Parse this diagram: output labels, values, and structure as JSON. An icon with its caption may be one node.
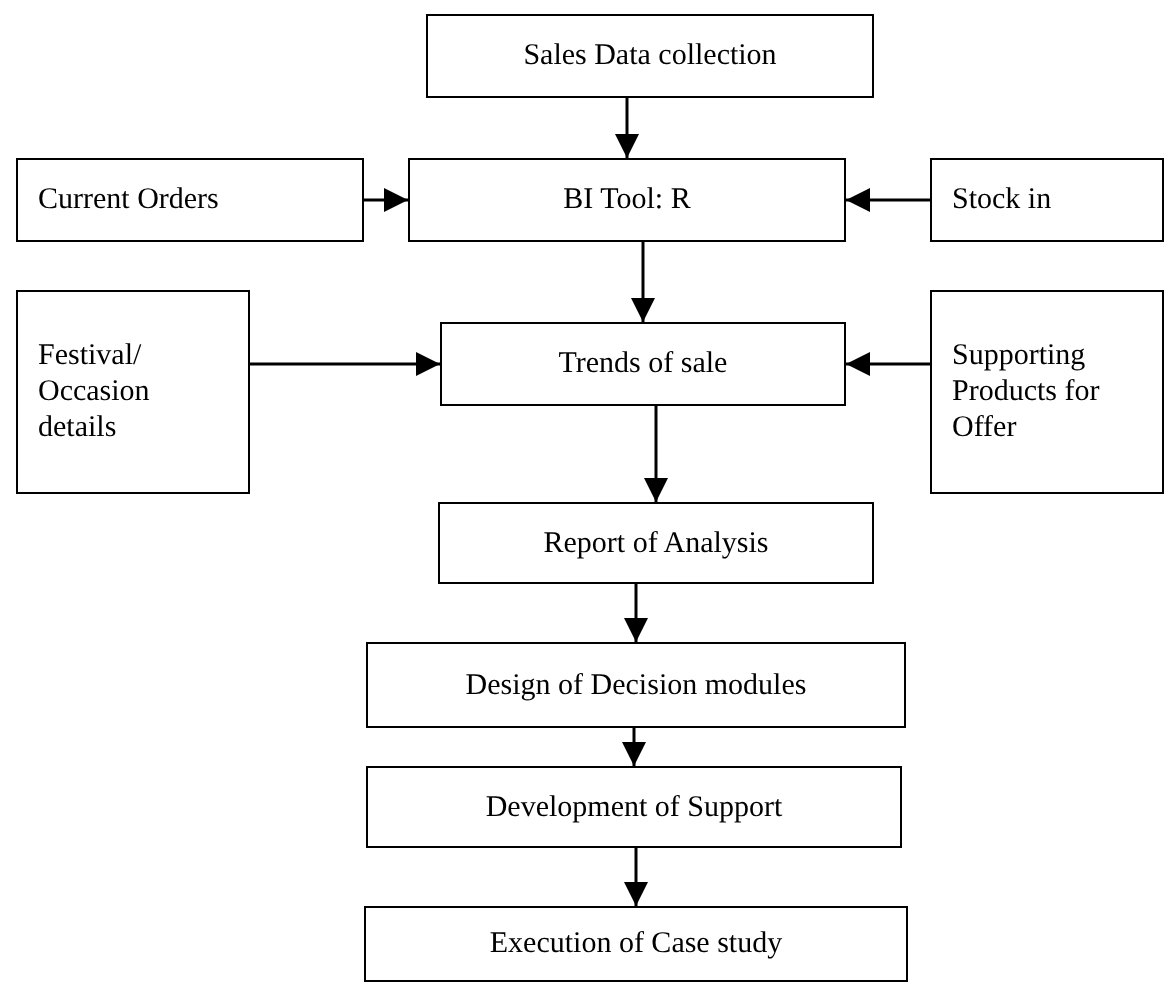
{
  "diagram": {
    "nodes": [
      {
        "text": [
          "Sales Data collection"
        ]
      },
      {
        "text": [
          "Current Orders"
        ]
      },
      {
        "text": [
          "BI Tool: R"
        ]
      },
      {
        "text": [
          "Stock in"
        ]
      },
      {
        "text": [
          "Festival/ Occasion details"
        ]
      },
      {
        "text": [
          "Trends of sale"
        ]
      },
      {
        "text": [
          "Supporting Products for Offer"
        ]
      },
      {
        "text": [
          "Report of Analysis"
        ]
      },
      {
        "text": [
          "Design of Decision modules"
        ]
      },
      {
        "text": [
          "Development of Support"
        ]
      },
      {
        "text": [
          "Execution of Case study"
        ]
      }
    ],
    "edges": [
      {
        "from": 0,
        "to": 2,
        "arrow": "to"
      },
      {
        "from": 1,
        "to": 2,
        "arrow": "to"
      },
      {
        "from": 3,
        "to": 2,
        "arrow": "to"
      },
      {
        "from": 2,
        "to": 5,
        "arrow": "to"
      },
      {
        "from": 4,
        "to": 5,
        "arrow": "to"
      },
      {
        "from": 6,
        "to": 5,
        "arrow": "to"
      },
      {
        "from": 5,
        "to": 7,
        "arrow": "to"
      },
      {
        "from": 7,
        "to": 8,
        "arrow": "to"
      },
      {
        "from": 8,
        "to": 9,
        "arrow": "to"
      },
      {
        "from": 9,
        "to": 10,
        "arrow": "to"
      }
    ]
  }
}
